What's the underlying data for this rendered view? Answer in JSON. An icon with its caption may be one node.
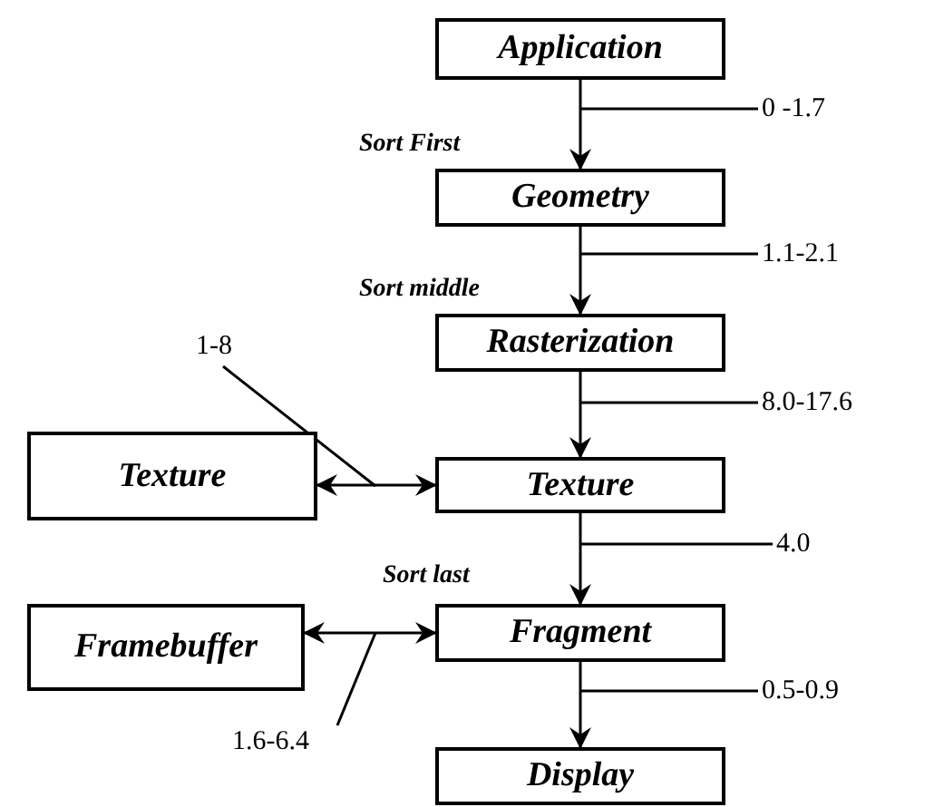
{
  "diagram": {
    "nodes": [
      {
        "text": [
          "Application"
        ]
      },
      {
        "text": [
          "Geometry"
        ]
      },
      {
        "text": [
          "Rasterization"
        ]
      },
      {
        "text": [
          "Texture"
        ]
      },
      {
        "text": [
          "Texture"
        ]
      },
      {
        "text": [
          "Framebuffer"
        ]
      },
      {
        "text": [
          "Fragment"
        ]
      },
      {
        "text": [
          "Display"
        ]
      },
      {
        "text": [
          "0 -1.7"
        ]
      },
      {
        "text": [
          "1.1-2.1"
        ]
      },
      {
        "text": [
          "1-8"
        ]
      },
      {
        "text": [
          "8.0-17.6"
        ]
      },
      {
        "text": [
          "4.0"
        ]
      },
      {
        "text": [
          "0.5-0.9"
        ]
      },
      {
        "text": [
          "1.6-6.4"
        ]
      }
    ],
    "edges": [
      {
        "from": 0,
        "to": 1,
        "arrow": "to",
        "label": "Sort First"
      },
      {
        "from": 1,
        "to": 2,
        "arrow": "to",
        "label": "Sort middle"
      },
      {
        "from": 2,
        "to": 4,
        "arrow": "to"
      },
      {
        "from": 3,
        "to": 4,
        "arrow": "both"
      },
      {
        "from": 4,
        "to": 6,
        "arrow": "to",
        "label": "Sort last"
      },
      {
        "from": 5,
        "to": 6,
        "arrow": "both"
      },
      {
        "from": 6,
        "to": 7,
        "arrow": "to"
      },
      {
        "from": 8,
        "to": null,
        "arrow": "none"
      },
      {
        "from": 9,
        "to": null,
        "arrow": "none"
      },
      {
        "from": 10,
        "to": null,
        "arrow": "none"
      },
      {
        "from": 11,
        "to": null,
        "arrow": "none"
      },
      {
        "from": 12,
        "to": null,
        "arrow": "none"
      },
      {
        "from": 13,
        "to": null,
        "arrow": "none"
      },
      {
        "from": 14,
        "to": null,
        "arrow": "none"
      }
    ]
  }
}
